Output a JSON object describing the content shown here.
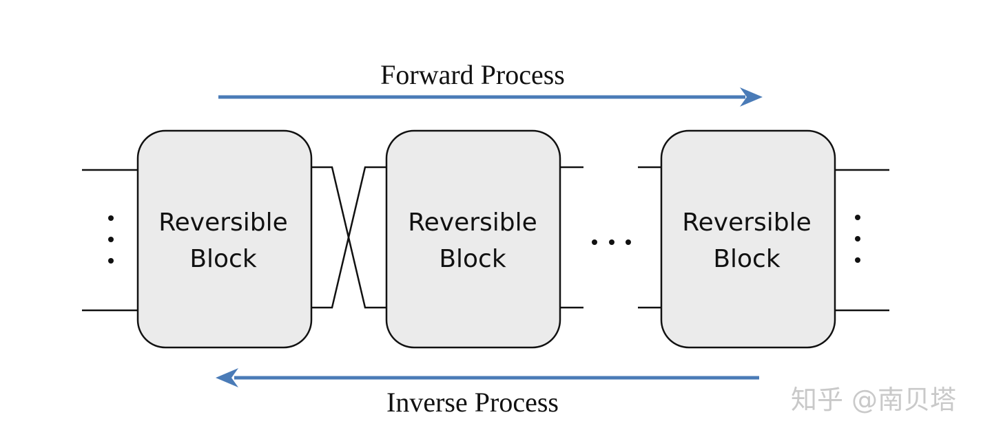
{
  "diagram": {
    "forward_label": "Forward Process",
    "inverse_label": "Inverse Process",
    "blocks": [
      {
        "line1": "Reversible",
        "line2": "Block"
      },
      {
        "line1": "Reversible",
        "line2": "Block"
      },
      {
        "line1": "Reversible",
        "line2": "Block"
      }
    ],
    "ellipsis": "…",
    "colors": {
      "arrow": "#4a7bb7",
      "block_fill": "#ebebeb",
      "stroke": "#111111"
    }
  },
  "watermark": "知乎 @南贝塔"
}
